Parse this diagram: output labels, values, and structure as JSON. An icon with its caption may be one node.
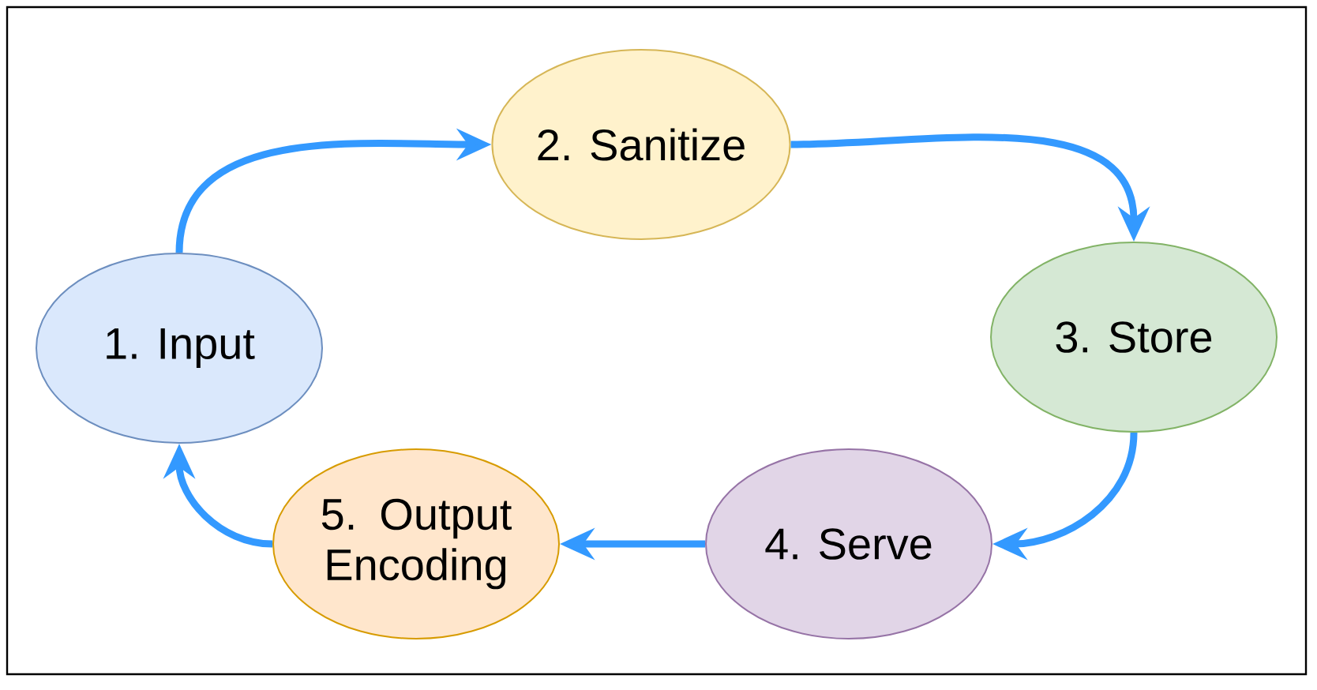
{
  "diagram": {
    "nodes": [
      {
        "text": [
          "1. Input"
        ]
      },
      {
        "text": [
          "2. Sanitize"
        ]
      },
      {
        "text": [
          "3. Store"
        ]
      },
      {
        "text": [
          "4. Serve"
        ]
      },
      {
        "text": [
          "5. Output Encoding"
        ]
      }
    ],
    "edges": [
      {
        "from": 0,
        "to": 1,
        "arrow": "to"
      },
      {
        "from": 1,
        "to": 2,
        "arrow": "to"
      },
      {
        "from": 2,
        "to": 3,
        "arrow": "to"
      },
      {
        "from": 3,
        "to": 4,
        "arrow": "to"
      },
      {
        "from": 4,
        "to": 0,
        "arrow": "to"
      }
    ]
  }
}
